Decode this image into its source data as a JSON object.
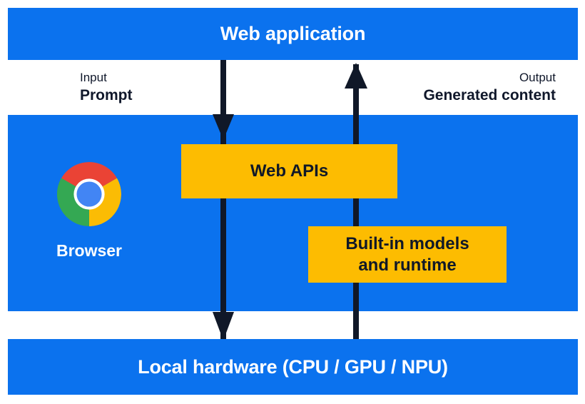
{
  "diagram": {
    "title": "Web application / Browser / Local hardware built-in AI flow",
    "colors": {
      "band_blue": "#0B72EE",
      "box_yellow": "#FDBC01",
      "arrow_navy": "#101828",
      "text_on_blue": "#FFFFFF",
      "text_dark": "#10182B",
      "background": "#FFFFFF"
    }
  },
  "bands": {
    "top": {
      "label": "Web application"
    },
    "middle": {
      "browser_caption": "Browser"
    },
    "bottom": {
      "label": "Local hardware (CPU / GPU / NPU)"
    }
  },
  "flow": {
    "input": {
      "kicker": "Input",
      "value": "Prompt"
    },
    "output": {
      "kicker": "Output",
      "value": "Generated content"
    }
  },
  "boxes": [
    {
      "id": "web-apis",
      "label": "Web APIs"
    },
    {
      "id": "built-in-models",
      "label": "Built-in models\nand runtime"
    }
  ],
  "arrows": [
    {
      "id": "arrow-down",
      "direction": "down",
      "meaning": "prompt flows from web application down to local hardware"
    },
    {
      "id": "arrow-up",
      "direction": "up",
      "meaning": "generated content flows from local hardware up to web application"
    }
  ],
  "chrome_logo": {
    "name": "chrome-logo",
    "colors": {
      "red": "#EA4335",
      "yellow": "#FBBC04",
      "green": "#34A853",
      "blue": "#4285F4",
      "ring": "#FFFFFF"
    }
  }
}
